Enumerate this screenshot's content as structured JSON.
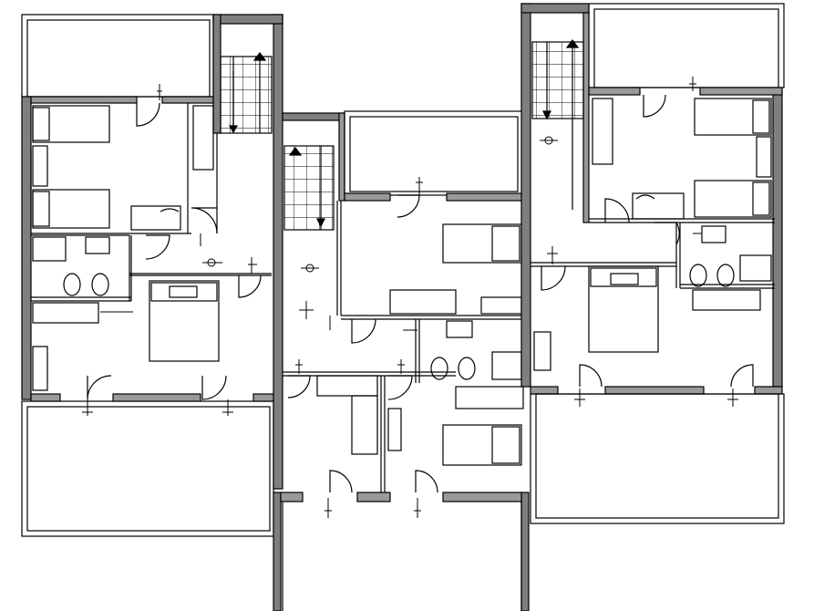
{
  "drawing": {
    "kind": "architectural floor plan",
    "line_color": "#000000",
    "wall_fill": "#7f7f7f",
    "background": "#ffffff"
  },
  "units": [
    {
      "id": "left-apartment"
    },
    {
      "id": "center-apartment"
    },
    {
      "id": "right-apartment"
    }
  ]
}
